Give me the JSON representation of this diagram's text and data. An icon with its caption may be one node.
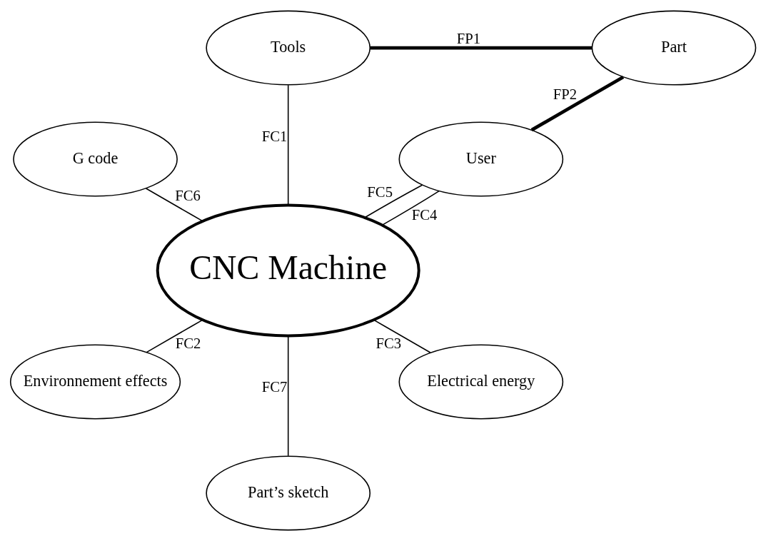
{
  "diagram": {
    "nodes": [
      {
        "text": [
          "Part"
        ]
      },
      {
        "text": [
          "User"
        ]
      },
      {
        "text": [
          "Tools"
        ]
      },
      {
        "text": [
          "CNC Machine"
        ]
      },
      {
        "text": [
          "G code"
        ]
      },
      {
        "text": [
          "Environnement effects"
        ]
      },
      {
        "text": [
          "Part’s sketch"
        ]
      },
      {
        "text": [
          "Electrical energy"
        ]
      }
    ],
    "edges": [
      {
        "from": 1,
        "to": 0,
        "arrow": "none",
        "label": "FP2",
        "style": "thick"
      },
      {
        "from": 0,
        "to": 2,
        "arrow": "none",
        "label": "FP1",
        "style": "thick"
      },
      {
        "from": 2,
        "to": 3,
        "arrow": "none",
        "label": "FC1"
      },
      {
        "from": 5,
        "to": 3,
        "arrow": "none",
        "label": "FC2"
      },
      {
        "from": 7,
        "to": 3,
        "arrow": "none",
        "label": "FC3"
      },
      {
        "from": 1,
        "to": 3,
        "arrow": "none",
        "label": "FC4"
      },
      {
        "from": 1,
        "to": 3,
        "arrow": "none",
        "label": "FC5"
      },
      {
        "from": 4,
        "to": 3,
        "arrow": "none",
        "label": "FC6"
      },
      {
        "from": 6,
        "to": 3,
        "arrow": "none",
        "label": "FC7"
      }
    ]
  }
}
